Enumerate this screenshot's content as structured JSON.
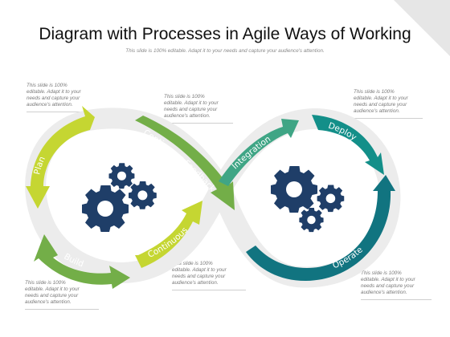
{
  "slide": {
    "title": "Diagram with Processes in Agile Ways of Working",
    "subtitle": "This slide is 100% editable. Adapt it to your needs and capture your audience's attention."
  },
  "notes": {
    "top_left": [
      "This slide is 100%",
      "editable. Adapt it to your",
      "needs and capture your",
      "audience's attention."
    ],
    "top_center": [
      "This slide is 100%",
      "editable. Adapt it to your",
      "needs and capture your",
      "audience's attention."
    ],
    "top_right": [
      "This slide is 100%",
      "editable. Adapt it to your",
      "needs and capture your",
      "audience's attention."
    ],
    "bottom_left": [
      "This slide is 100%",
      "editable. Adapt it to your",
      "needs and capture your",
      "audience's attention."
    ],
    "bottom_center": [
      "This slide is 100%",
      "editable. Adapt it to your",
      "needs and capture your",
      "audience's attention."
    ],
    "bottom_right": [
      "This slide is 100%",
      "editable. Adapt it to your",
      "needs and capture your",
      "audience's attention."
    ]
  },
  "stages": {
    "plan": "Plan",
    "build": "Build",
    "continuous": "Continuous",
    "continuous_feedback": "Continuous Feedback",
    "integration": "Integration",
    "deploy": "Deploy",
    "operate": "Operate"
  },
  "colors": {
    "lime_light": "#c5d632",
    "lime": "#9cbe3c",
    "green": "#73ae48",
    "teal_light": "#3fa585",
    "teal": "#138f89",
    "teal_dark": "#117480",
    "gear": "#1f3e68",
    "band": "#ececec"
  },
  "icons": [
    "gear-icon",
    "gear-icon",
    "gear-icon",
    "gear-icon",
    "gear-icon",
    "gear-icon"
  ]
}
